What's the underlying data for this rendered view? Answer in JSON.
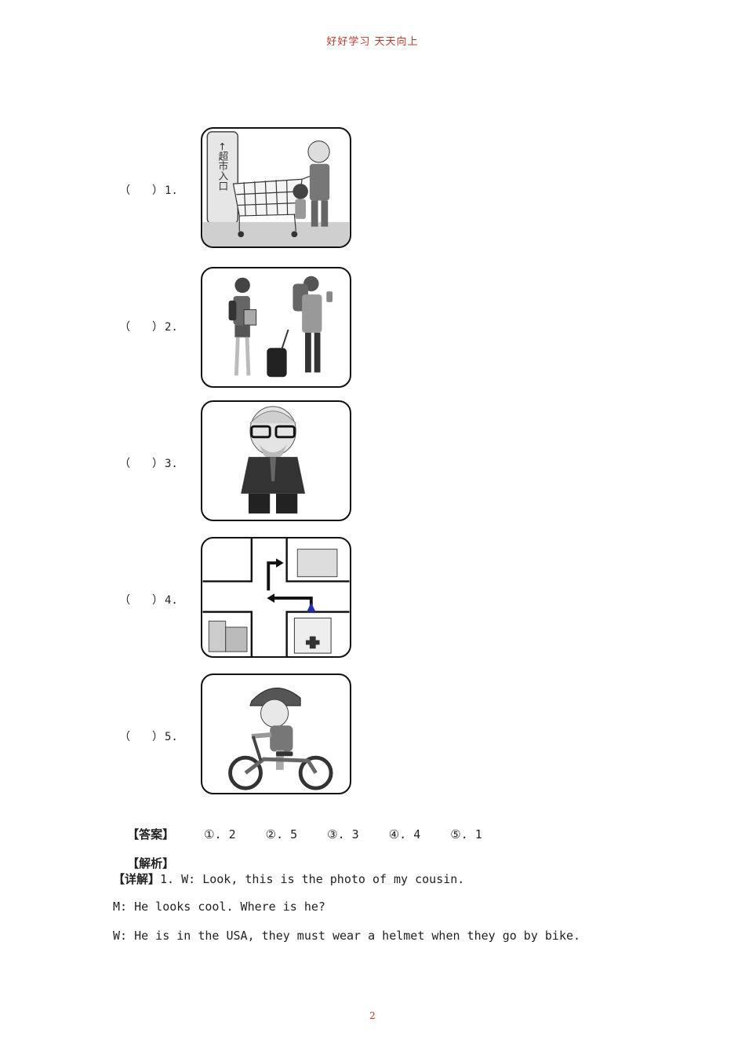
{
  "header": {
    "text": "好好学习  天天向上"
  },
  "questions": [
    {
      "paren": "（　　）",
      "num": "1.",
      "picture": "supermarket-icon",
      "sign_text": "←超市入口"
    },
    {
      "paren": "（　　）",
      "num": "2.",
      "picture": "travelers-icon"
    },
    {
      "paren": "（　　）",
      "num": "3.",
      "picture": "old-man-icon"
    },
    {
      "paren": "（　　）",
      "num": "4.",
      "picture": "map-icon"
    },
    {
      "paren": "（　　）",
      "num": "5.",
      "picture": "boy-bike-icon"
    }
  ],
  "answer": {
    "label": "【答案】",
    "items": [
      "①. 2",
      "②. 5",
      "③. 3",
      "④. 4",
      "⑤. 1"
    ]
  },
  "analysis": {
    "label": "【解析】"
  },
  "detail": {
    "label": "【详解】",
    "lines": [
      "1. W: Look, this is the photo of my cousin.",
      "M: He looks cool. Where is he?",
      "W: He is in the USA, they must wear a helmet when they go by bike."
    ]
  },
  "footer": {
    "page": "2"
  }
}
